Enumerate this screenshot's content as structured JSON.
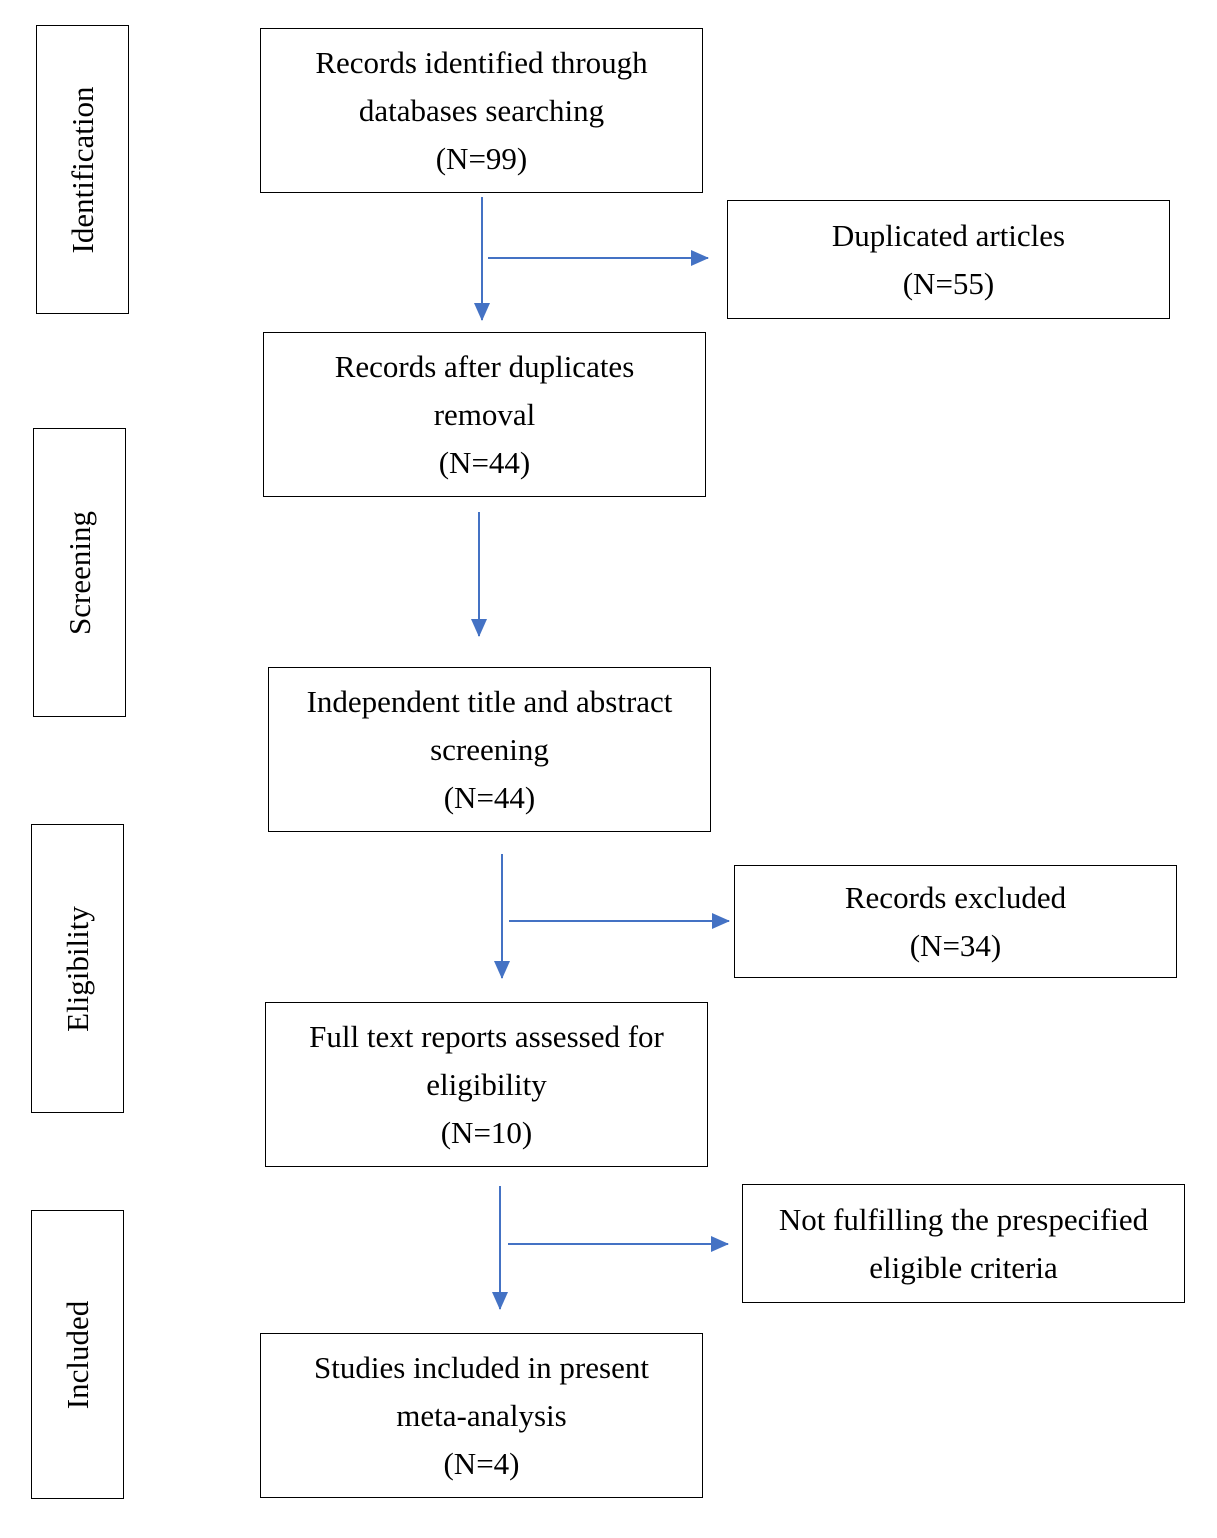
{
  "stages": {
    "identification": "Identification",
    "screening": "Screening",
    "eligibility": "Eligibility",
    "included": "Included"
  },
  "boxes": {
    "records_identified": [
      "Records identified through",
      "databases searching",
      "(N=99)"
    ],
    "duplicated": [
      "Duplicated articles",
      "(N=55)"
    ],
    "after_duplicates": [
      "Records after duplicates",
      "removal",
      "(N=44)"
    ],
    "title_abstract": [
      "Independent title and abstract",
      "screening",
      "(N=44)"
    ],
    "excluded": [
      "Records excluded",
      "(N=34)"
    ],
    "full_text": [
      "Full text reports assessed for",
      "eligibility",
      "(N=10)"
    ],
    "not_fulfilling": [
      "Not fulfilling the prespecified",
      "eligible criteria"
    ],
    "included_studies": [
      "Studies included in present",
      "meta-analysis",
      "(N=4)"
    ]
  },
  "colors": {
    "arrow": "#4472C4",
    "border": "#000000"
  }
}
